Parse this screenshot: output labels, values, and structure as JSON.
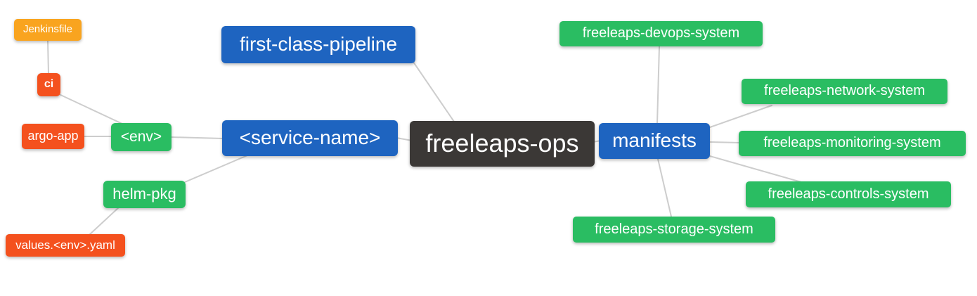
{
  "diagram": {
    "type": "mindmap",
    "root_label": "freeleaps-ops"
  },
  "colors": {
    "blue": "#1e64c0",
    "green": "#2abd62",
    "red": "#f4511e",
    "orange": "#f9a41f",
    "dark": "#3b3836",
    "edge": "#cdcdcd",
    "background": "#ffffff",
    "text": "#ffffff"
  },
  "nodes": {
    "jenkinsfile": {
      "label": "Jenkinsfile",
      "color": "orange"
    },
    "ci": {
      "label": "ci",
      "color": "red"
    },
    "argo_app": {
      "label": "argo-app",
      "color": "red"
    },
    "env": {
      "label": "<env>",
      "color": "green"
    },
    "helm_pkg": {
      "label": "helm-pkg",
      "color": "green"
    },
    "values_env_yaml": {
      "label": "values.<env>.yaml",
      "color": "red"
    },
    "first_class_pipeline": {
      "label": "first-class-pipeline",
      "color": "blue"
    },
    "service_name": {
      "label": "<service-name>",
      "color": "blue"
    },
    "freeleaps_ops": {
      "label": "freeleaps-ops",
      "color": "dark"
    },
    "manifests": {
      "label": "manifests",
      "color": "blue"
    },
    "devops_system": {
      "label": "freeleaps-devops-system",
      "color": "green"
    },
    "network_system": {
      "label": "freeleaps-network-system",
      "color": "green"
    },
    "monitoring_system": {
      "label": "freeleaps-monitoring-system",
      "color": "green"
    },
    "controls_system": {
      "label": "freeleaps-controls-system",
      "color": "green"
    },
    "storage_system": {
      "label": "freeleaps-storage-system",
      "color": "green"
    }
  },
  "edges": [
    {
      "from": "jenkinsfile",
      "to": "ci"
    },
    {
      "from": "ci",
      "to": "env"
    },
    {
      "from": "argo_app",
      "to": "env"
    },
    {
      "from": "env",
      "to": "service_name"
    },
    {
      "from": "helm_pkg",
      "to": "service_name"
    },
    {
      "from": "values_env_yaml",
      "to": "helm_pkg"
    },
    {
      "from": "first_class_pipeline",
      "to": "freeleaps_ops"
    },
    {
      "from": "service_name",
      "to": "freeleaps_ops"
    },
    {
      "from": "freeleaps_ops",
      "to": "manifests"
    },
    {
      "from": "manifests",
      "to": "devops_system"
    },
    {
      "from": "manifests",
      "to": "network_system"
    },
    {
      "from": "manifests",
      "to": "monitoring_system"
    },
    {
      "from": "manifests",
      "to": "controls_system"
    },
    {
      "from": "manifests",
      "to": "storage_system"
    }
  ]
}
